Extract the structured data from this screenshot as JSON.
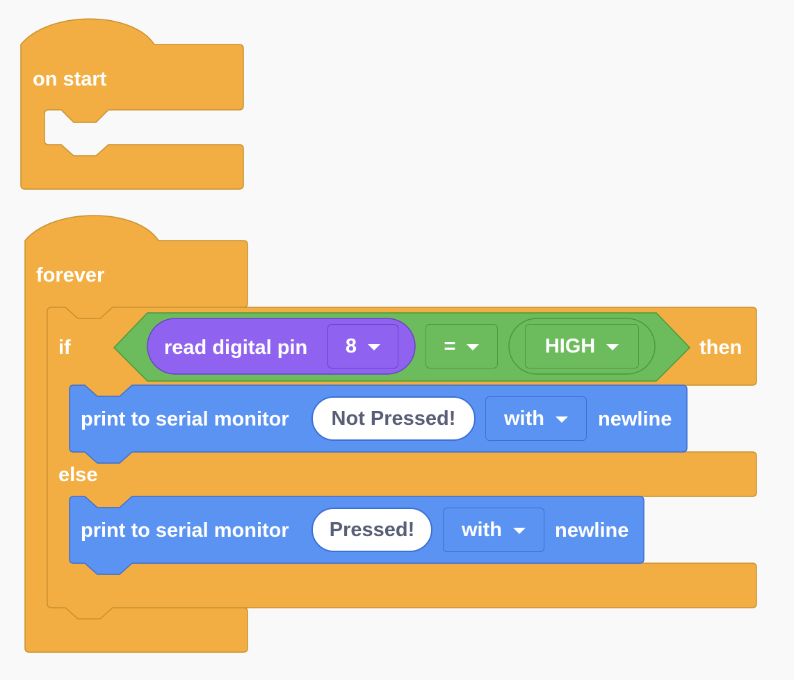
{
  "colors": {
    "control": "#f2ae42",
    "control_border": "#c9902f",
    "serial": "#5b93f2",
    "serial_border": "#3d6fd6",
    "logic": "#6cbb5c",
    "logic_border": "#4a9a3c",
    "pins": "#8f63f0",
    "pins_border": "#6a42c8",
    "background": "#f9f9f9"
  },
  "on_start": {
    "label": "on start"
  },
  "forever": {
    "label": "forever"
  },
  "if_block": {
    "if_label": "if",
    "then_label": "then",
    "else_label": "else",
    "condition": {
      "read_pin": {
        "label": "read digital pin",
        "pin_value": "8",
        "pin_icon": "chevron-down-icon"
      },
      "operator": {
        "value": "=",
        "icon": "chevron-down-icon"
      },
      "state": {
        "value": "HIGH",
        "icon": "chevron-down-icon"
      }
    }
  },
  "serial_print_then": {
    "label": "print to serial monitor",
    "text_value": "Not Pressed!",
    "newline_option": "with",
    "suffix": "newline"
  },
  "serial_print_else": {
    "label": "print to serial monitor",
    "text_value": "Pressed!",
    "newline_option": "with",
    "suffix": "newline"
  }
}
